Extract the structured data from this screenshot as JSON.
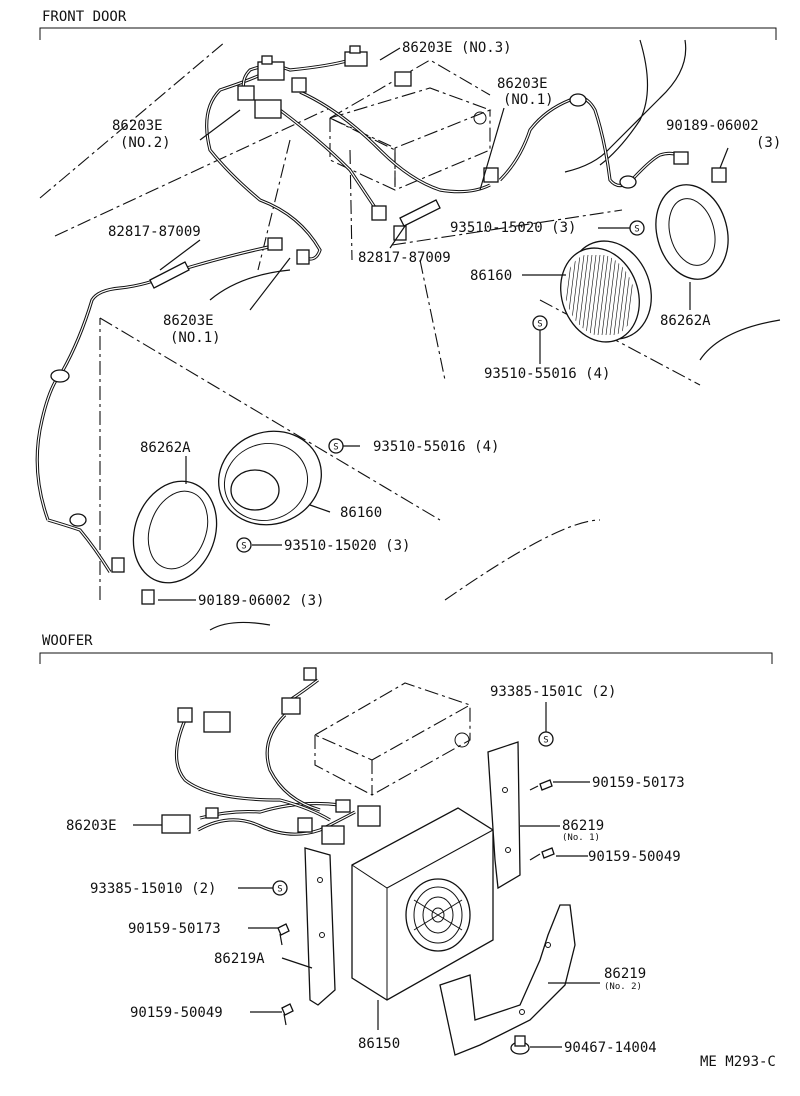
{
  "sections": {
    "front_door": "FRONT  DOOR",
    "woofer": "WOOFER"
  },
  "labels": {
    "l1": "86203E (NO.3)",
    "l2": "86203E",
    "l3": "(NO.1)",
    "l4": "86203E",
    "l5": "(NO.2)",
    "l6": "90189-06002",
    "l7": "(3)",
    "l8": "82817-87009",
    "l9": "93510-15020 (3)",
    "l10": "82817-87009",
    "l11": "86160",
    "l12": "86203E",
    "l13": "(NO.1)",
    "l14": "86262A",
    "l15": "93510-55016 (4)",
    "l16": "86262A",
    "l17": "93510-55016 (4)",
    "l18": "86160",
    "l19": "93510-15020 (3)",
    "l20": "90189-06002 (3)",
    "l21": "93385-1501C (2)",
    "l22": "90159-50173",
    "l23": "86203E",
    "l24": "86219",
    "l25": "(No. 1)",
    "l26": "90159-50049",
    "l27": "93385-15010 (2)",
    "l28": "90159-50173",
    "l29": "86219A",
    "l30": "86219",
    "l31": "(No. 2)",
    "l32": "90159-50049",
    "l33": "90467-14004",
    "l34": "86150",
    "l35": "ME M293-C"
  },
  "symbols": {
    "s_mark": "S"
  }
}
